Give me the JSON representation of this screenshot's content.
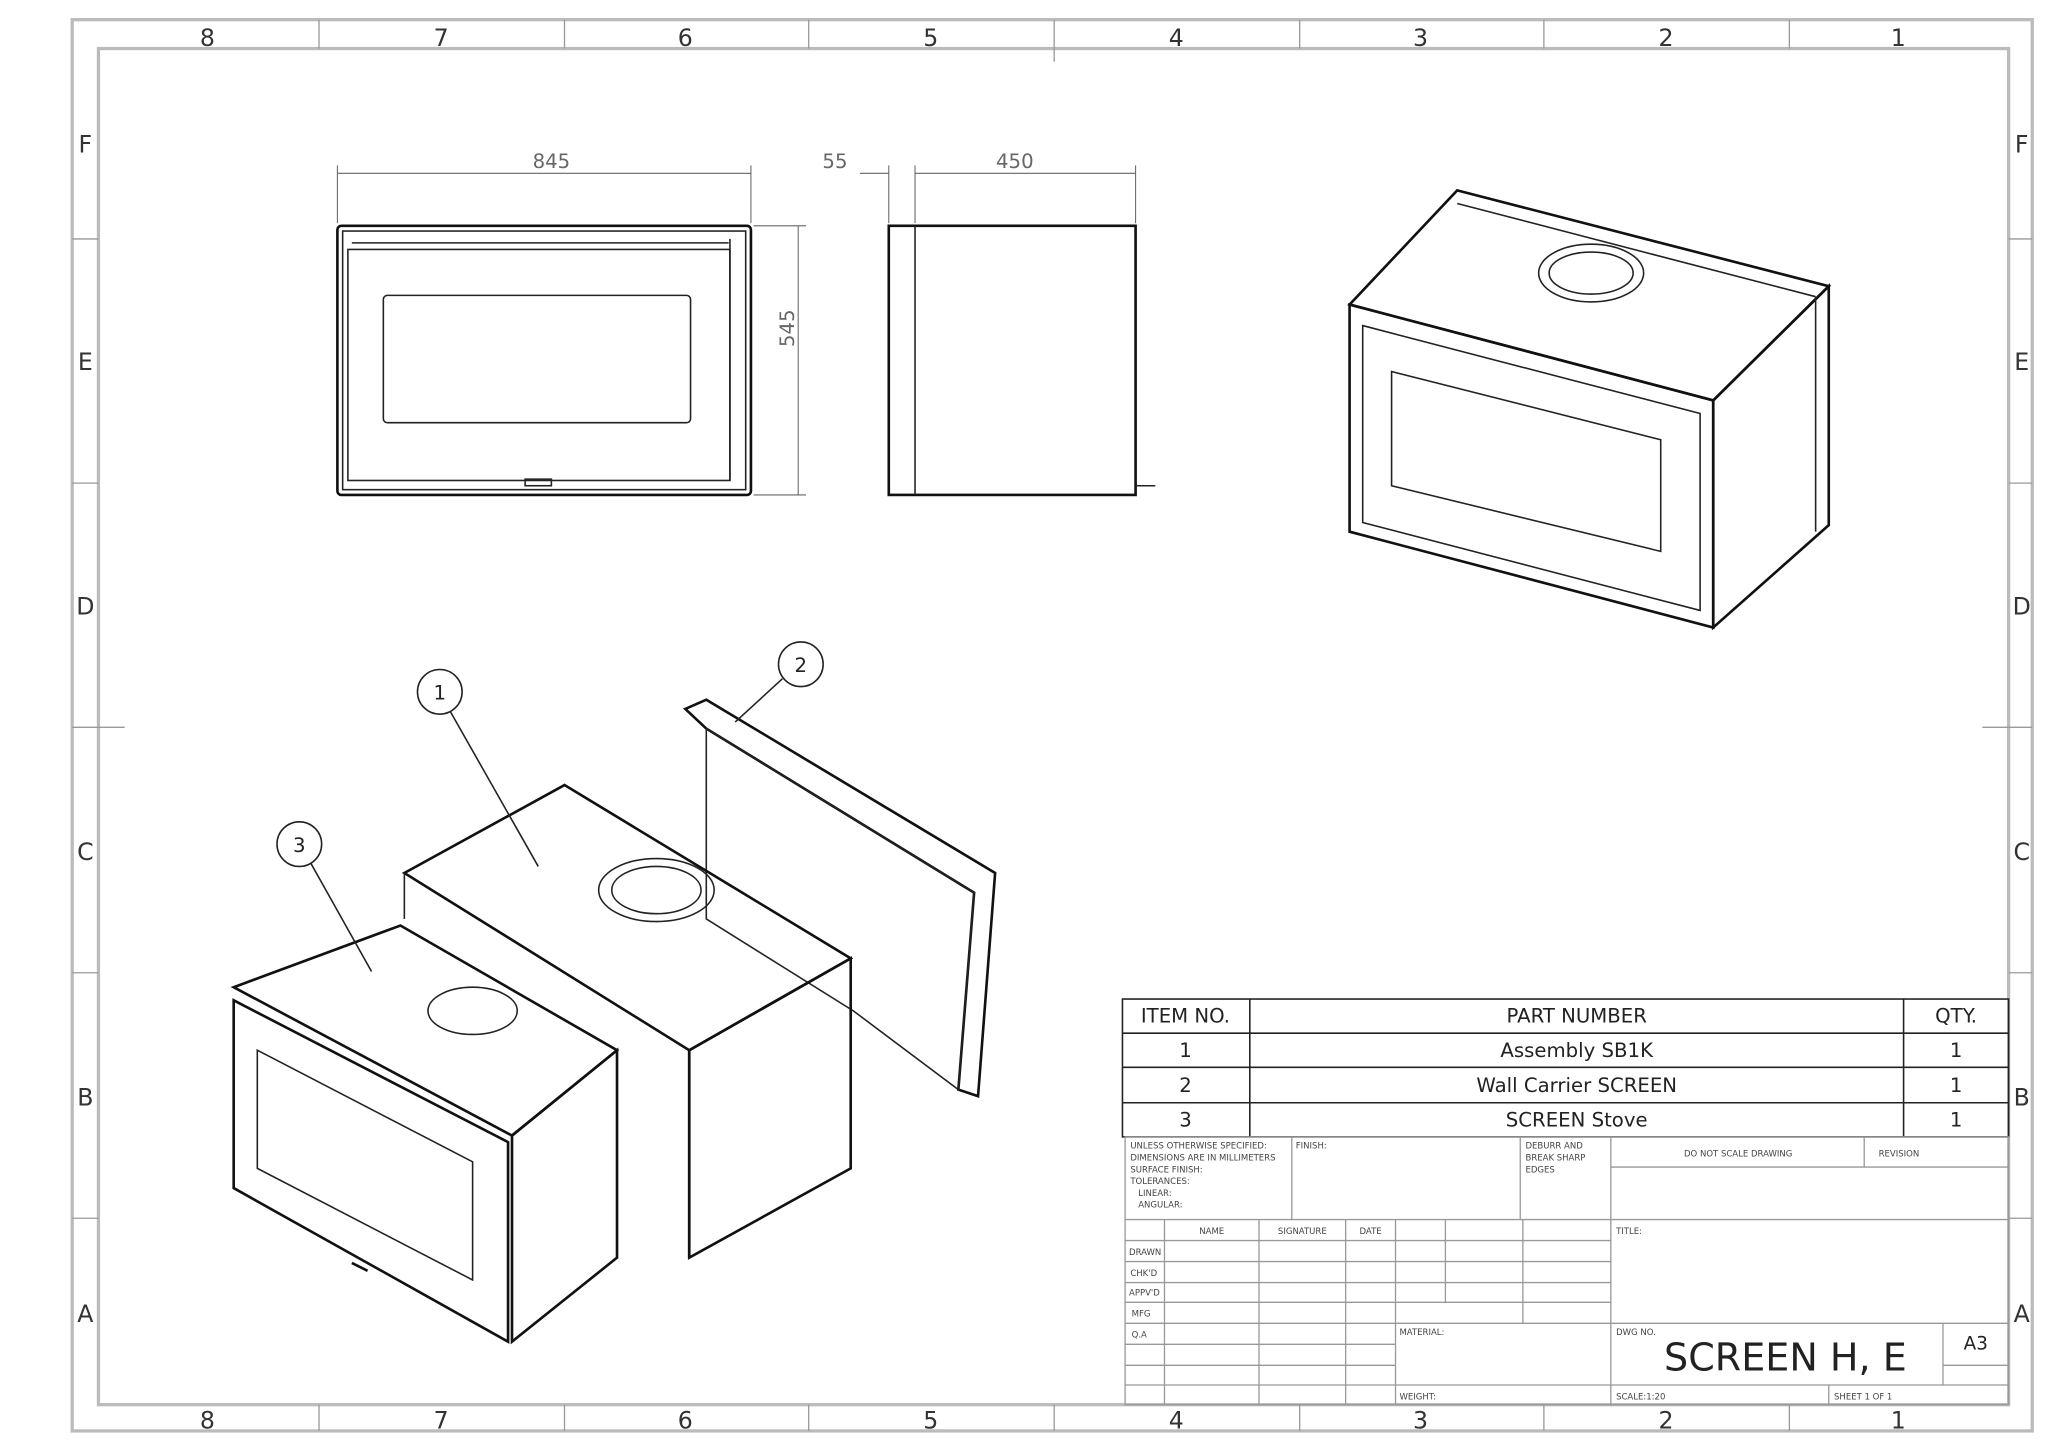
{
  "zones": {
    "columns": [
      "8",
      "7",
      "6",
      "5",
      "4",
      "3",
      "2",
      "1"
    ],
    "rows": [
      "F",
      "E",
      "D",
      "C",
      "B",
      "A"
    ]
  },
  "dimensions": {
    "width": "845",
    "height": "545",
    "front_strip": "55",
    "depth": "450"
  },
  "balloons": [
    "1",
    "2",
    "3"
  ],
  "bom": {
    "headers": [
      "ITEM NO.",
      "PART NUMBER",
      "QTY."
    ],
    "rows": [
      {
        "item": "1",
        "part": "Assembly SB1K",
        "qty": "1"
      },
      {
        "item": "2",
        "part": "Wall Carrier SCREEN",
        "qty": "1"
      },
      {
        "item": "3",
        "part": "SCREEN Stove",
        "qty": "1"
      }
    ]
  },
  "title_block": {
    "notes": [
      "UNLESS OTHERWISE SPECIFIED:",
      "DIMENSIONS ARE IN MILLIMETERS",
      "SURFACE FINISH:",
      "TOLERANCES:",
      "  LINEAR:",
      "  ANGULAR:"
    ],
    "finish": "FINISH:",
    "deburr": [
      "DEBURR AND",
      "BREAK SHARP",
      "EDGES"
    ],
    "do_not_scale": "DO NOT SCALE DRAWING",
    "revision": "REVISION",
    "col_headers": [
      "NAME",
      "SIGNATURE",
      "DATE"
    ],
    "roles": [
      "DRAWN",
      "CHK'D",
      "APPV'D",
      "MFG",
      "Q.A"
    ],
    "title_label": "TITLE:",
    "material_label": "MATERIAL:",
    "weight_label": "WEIGHT:",
    "dwg_no_label": "DWG NO.",
    "dwg_no": "SCREEN H, E",
    "size": "A3",
    "scale": "SCALE:1:20",
    "sheet": "SHEET 1 OF 1"
  }
}
